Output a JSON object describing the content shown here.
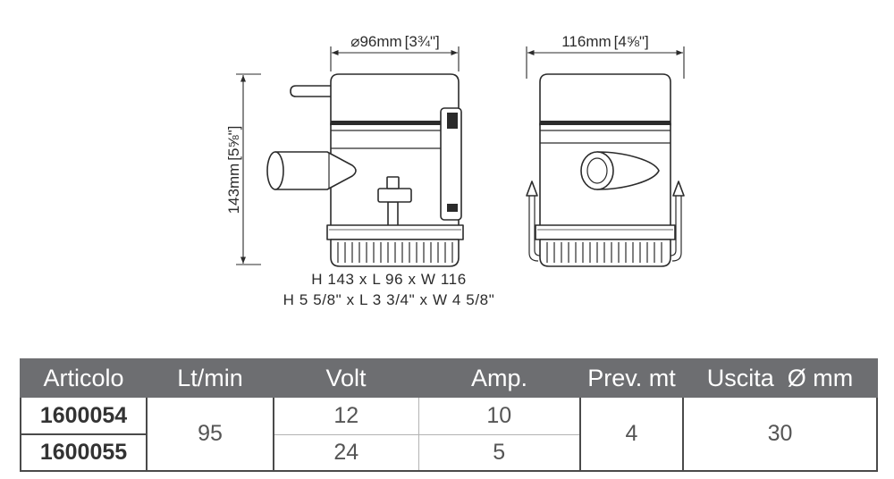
{
  "drawing": {
    "side_view": {
      "diameter_mm": "⌀96mm",
      "diameter_in": "[3¾\"]",
      "height_mm": "143mm",
      "height_in": "[5⅝\"]"
    },
    "front_view": {
      "width_mm": "116mm",
      "width_in": "[4⅝\"]"
    },
    "dimensions_metric": "H 143 x L 96 x W 116",
    "dimensions_imperial": "H 5 5/8\" x L 3 3/4\" x W 4 5/8\""
  },
  "table": {
    "headers": [
      "Articolo",
      "Lt/min",
      "Volt",
      "Amp.",
      "Prev. mt",
      "Uscita  Ø mm"
    ],
    "rows": [
      {
        "articolo": "1600054",
        "volt": "12",
        "amp": "10"
      },
      {
        "articolo": "1600055",
        "volt": "24",
        "amp": "5"
      }
    ],
    "shared": {
      "lt_min": "95",
      "prev_mt": "4",
      "uscita_mm": "30"
    }
  },
  "colors": {
    "header_bg": "#6d6e71",
    "header_text": "#ffffff",
    "line_art": "#2b2b2b"
  }
}
